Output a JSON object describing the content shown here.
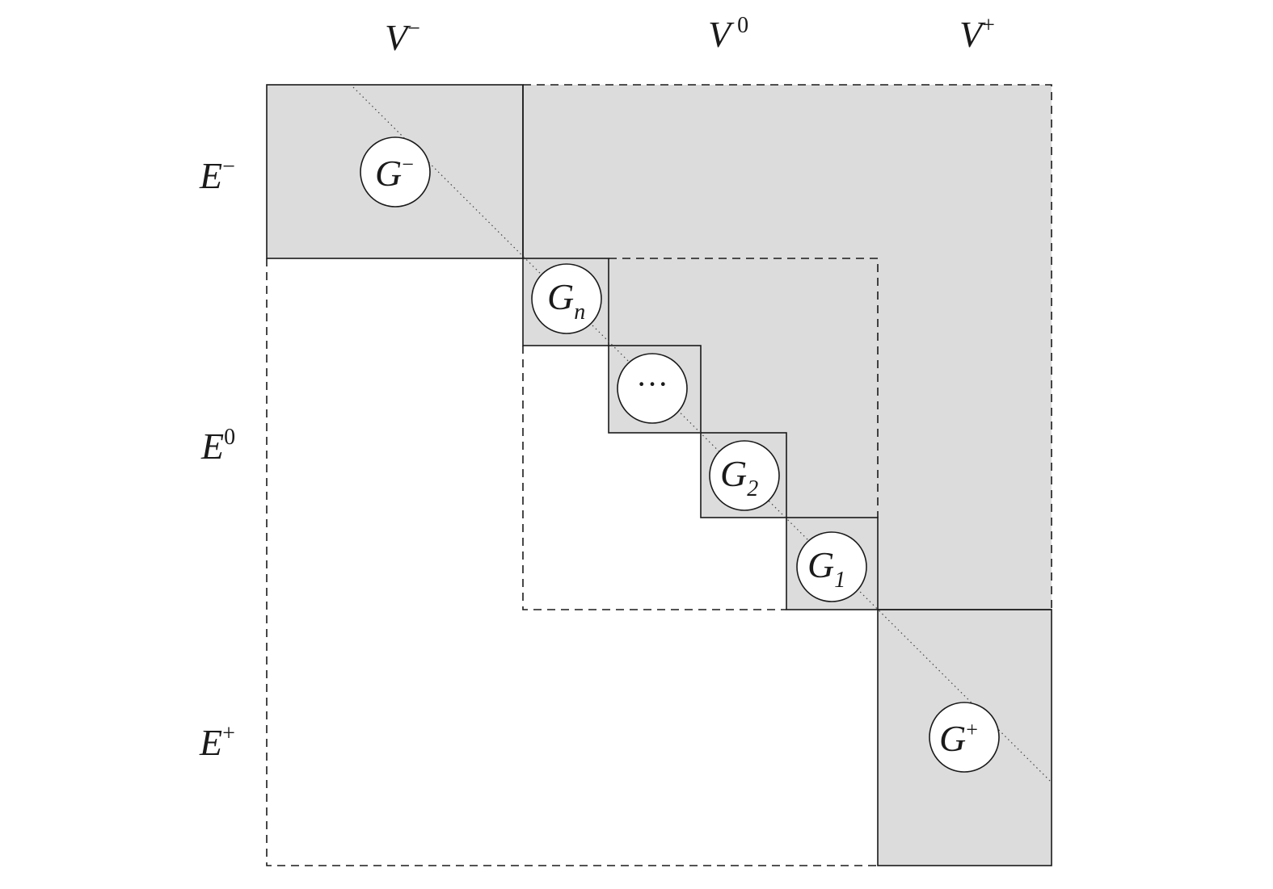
{
  "columns": {
    "v_minus": {
      "base": "V",
      "sup": "−"
    },
    "v_zero": {
      "base": "V",
      "sup": "0"
    },
    "v_plus": {
      "base": "V",
      "sup": "+"
    }
  },
  "rows": {
    "e_minus": {
      "base": "E",
      "sup": "−"
    },
    "e_zero": {
      "base": "E",
      "sup": "0"
    },
    "e_plus": {
      "base": "E",
      "sup": "+"
    }
  },
  "blocks": {
    "g_minus": {
      "base": "G",
      "sup": "−"
    },
    "g_n": {
      "base": "G",
      "sub": "n"
    },
    "g_dots": {
      "text": "···"
    },
    "g_2": {
      "base": "G",
      "sub": "2"
    },
    "g_1": {
      "base": "G",
      "sub": "1"
    },
    "g_plus": {
      "base": "G",
      "sup": "+"
    }
  },
  "colors": {
    "shade": "#dcdcdc",
    "line": "#1a1a1a",
    "circle_fill": "#ffffff"
  }
}
